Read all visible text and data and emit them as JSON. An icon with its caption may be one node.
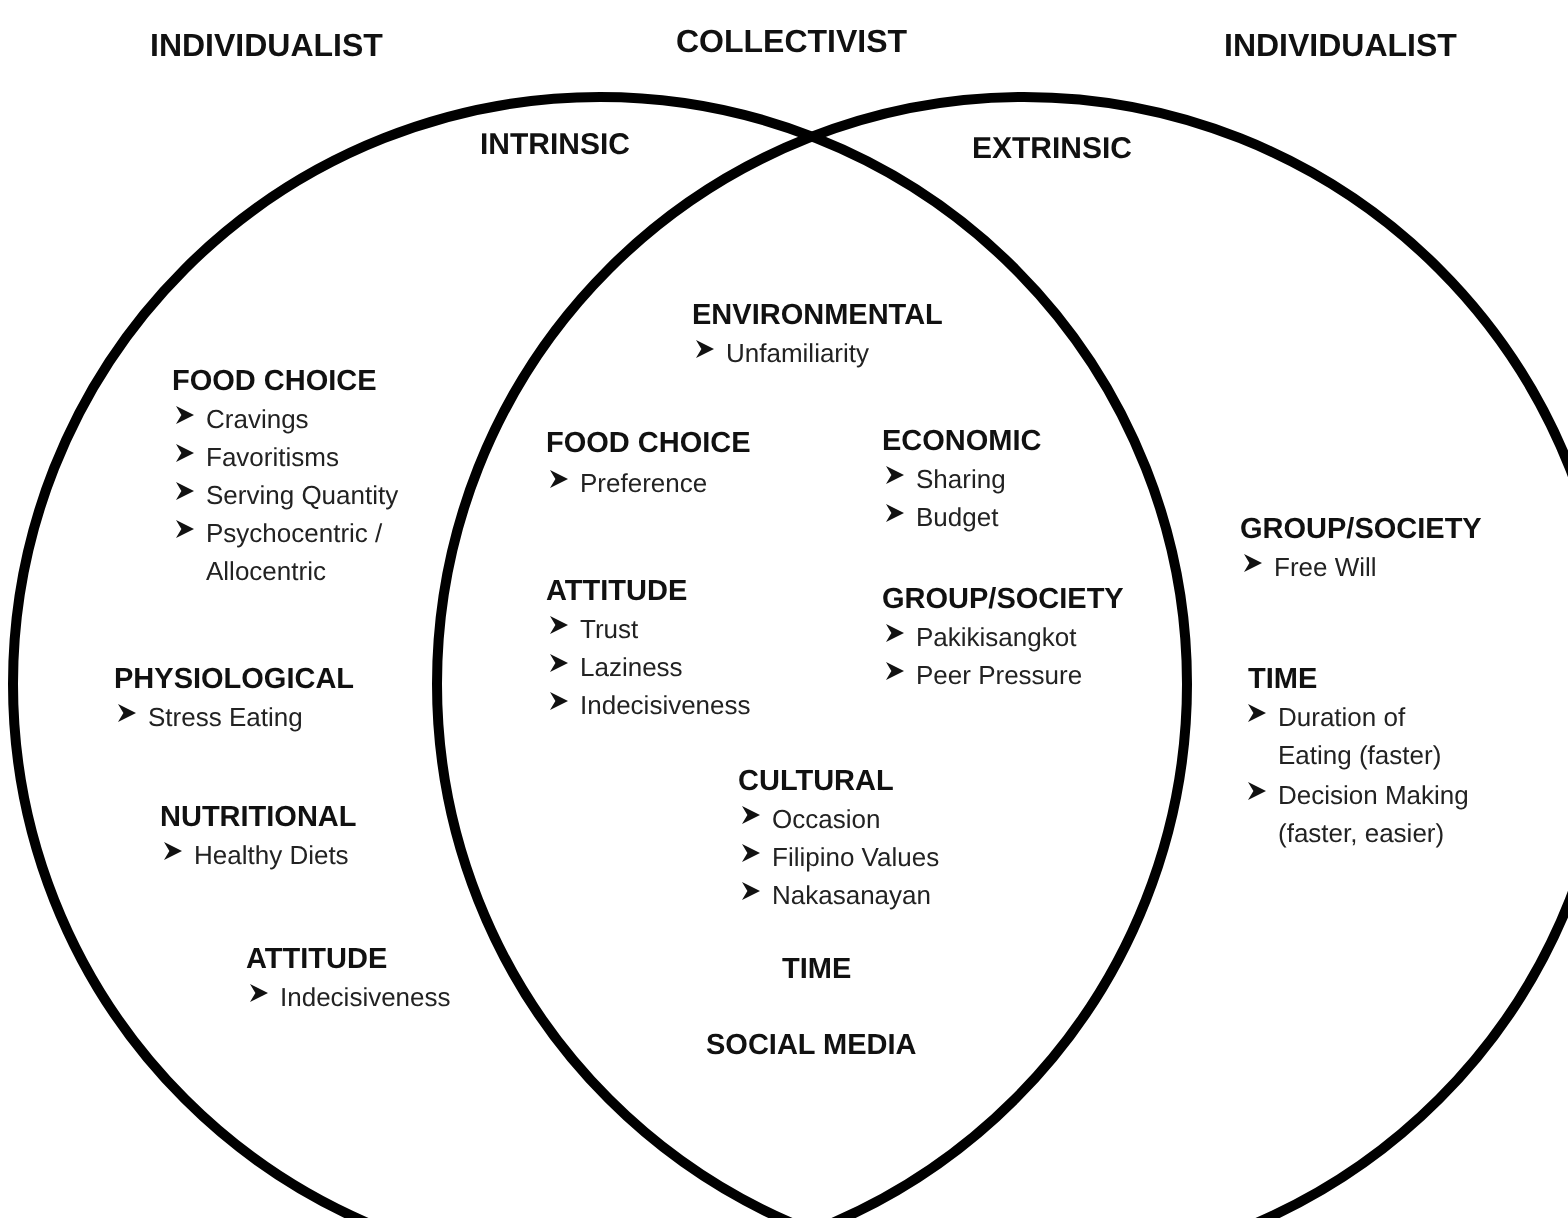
{
  "diagram": {
    "nodes": [
      {
        "text": [
          "INTRINSIC"
        ]
      },
      {
        "text": [
          "EXTRINSIC"
        ]
      }
    ],
    "labels": [
      "INDIVIDUALIST",
      "COLLECTIVIST",
      "INDIVIDUALIST",
      "FOOD CHOICE",
      "Cravings",
      "Favoritisms",
      "Serving Quantity",
      "Psychocentric / Allocentric",
      "PHYSIOLOGICAL",
      "Stress Eating",
      "NUTRITIONAL",
      "Healthy Diets",
      "ATTITUDE",
      "Indecisiveness",
      "ENVIRONMENTAL",
      "Unfamiliarity",
      "FOOD CHOICE",
      "Preference",
      "ECONOMIC",
      "Sharing",
      "Budget",
      "ATTITUDE",
      "Trust",
      "Laziness",
      "Indecisiveness",
      "GROUP/SOCIETY",
      "Pakikisangkot",
      "Peer Pressure",
      "CULTURAL",
      "Occasion",
      "Filipino Values",
      "Nakasanayan",
      "TIME",
      "SOCIAL MEDIA",
      "GROUP/SOCIETY",
      "Free Will",
      "TIME",
      "Duration of Eating (faster)",
      "Decision Making (faster, easier)"
    ]
  }
}
